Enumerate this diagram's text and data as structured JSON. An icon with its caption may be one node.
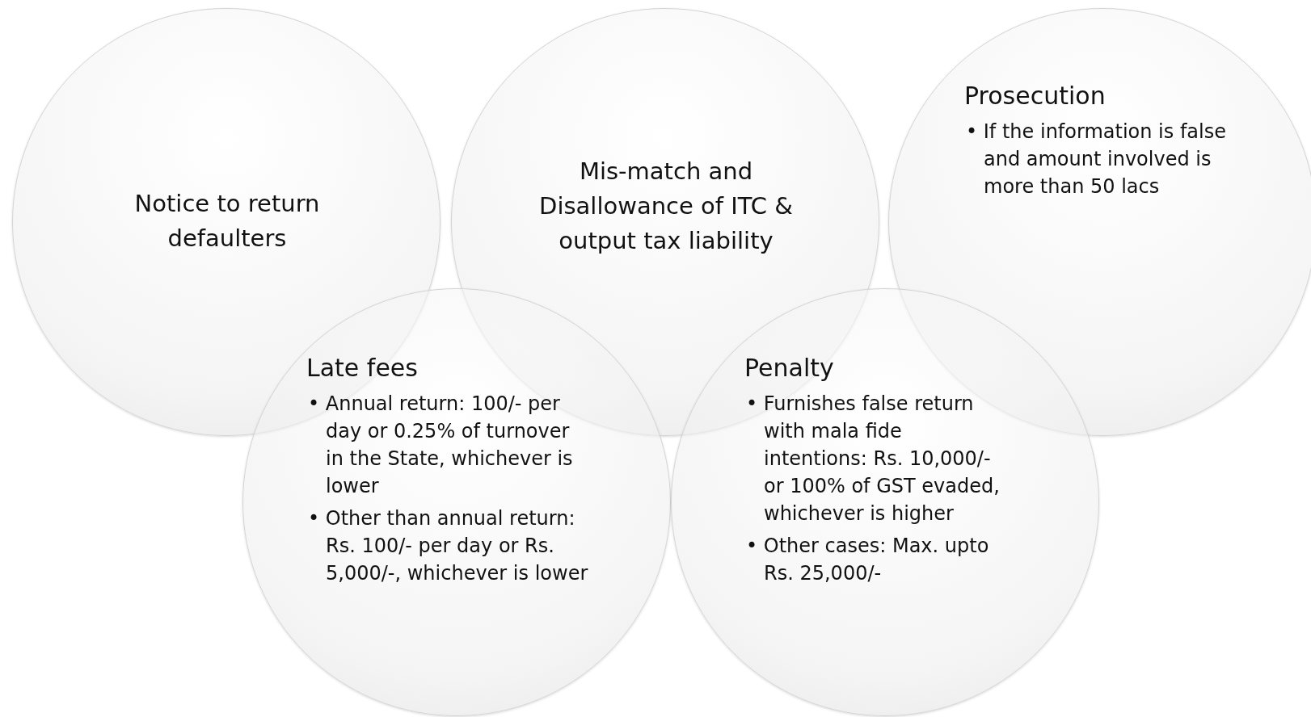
{
  "diagram": {
    "nodes": [
      {
        "text": [
          "Notice to return defaulters"
        ]
      },
      {
        "text": [
          "Mis-match and Disallowance of ITC & output tax liability"
        ]
      },
      {
        "text": [
          "Prosecution",
          "• If the information is false and amount involved is more than 50 lacs"
        ]
      },
      {
        "text": [
          "Late fees",
          "• Annual return: 100/- per day or 0.25% of turnover in the State, whichever is lower",
          "• Other than annual return: Rs. 100/- per day or Rs. 5,000/-, whichever is lower"
        ]
      },
      {
        "text": [
          "Penalty",
          "• Furnishes false return with mala fide intentions: Rs. 10,000/- or 100% of GST evaded, whichever is higher",
          "• Other cases: Max. upto Rs. 25,000/-"
        ]
      }
    ]
  }
}
